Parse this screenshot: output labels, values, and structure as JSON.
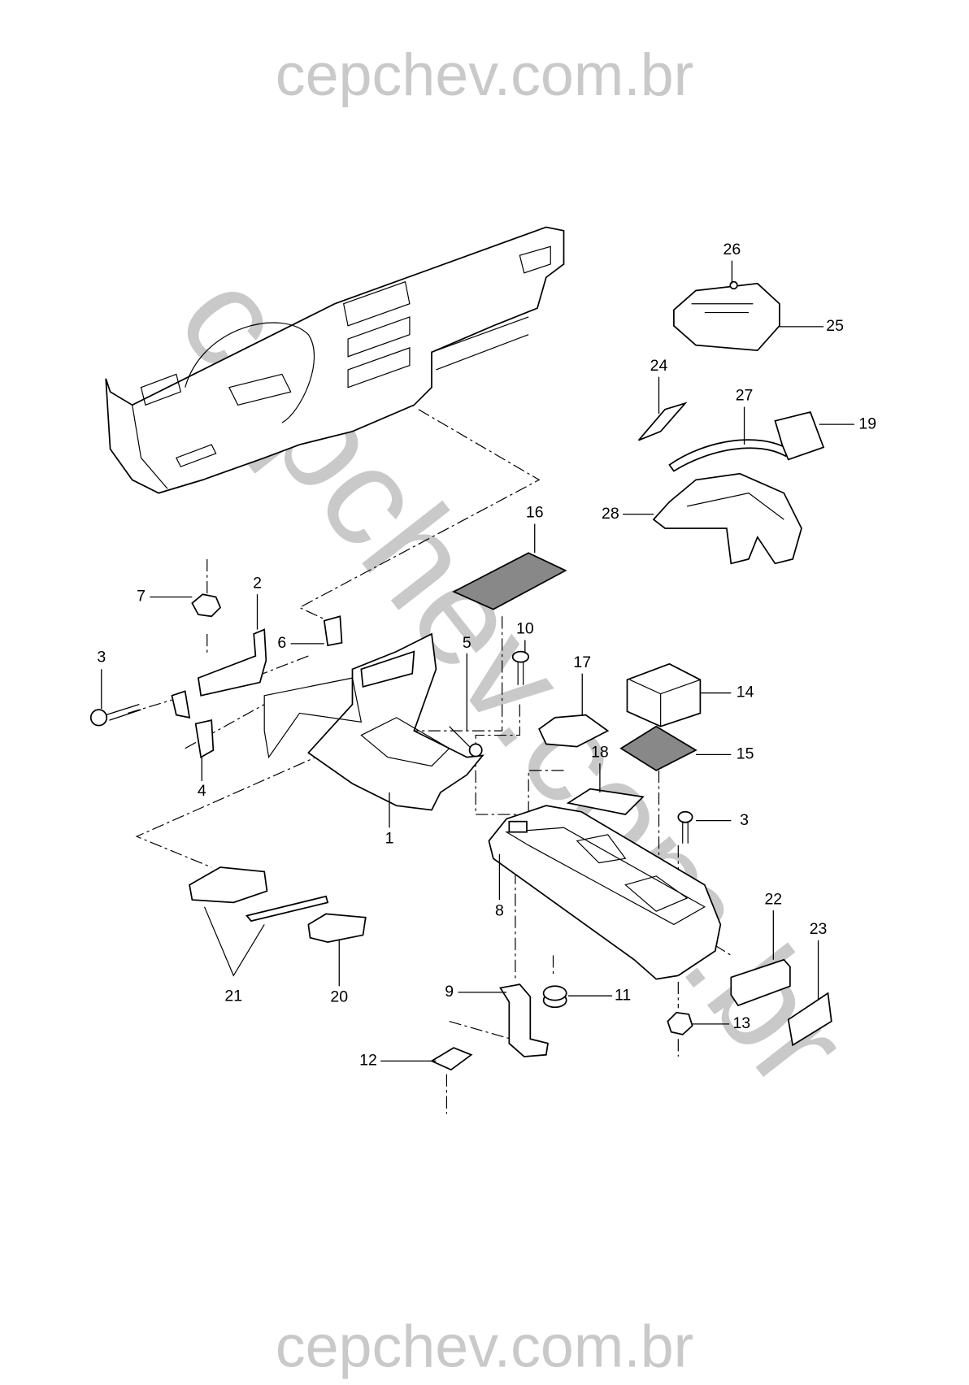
{
  "watermark": {
    "text": "cepchev.com.br",
    "color": "#c9c9c9"
  },
  "callouts": [
    "1",
    "2",
    "3",
    "3",
    "4",
    "5",
    "6",
    "7",
    "8",
    "9",
    "10",
    "11",
    "12",
    "13",
    "14",
    "15",
    "16",
    "17",
    "18",
    "19",
    "20",
    "21",
    "22",
    "23",
    "24",
    "25",
    "26",
    "27",
    "28"
  ]
}
